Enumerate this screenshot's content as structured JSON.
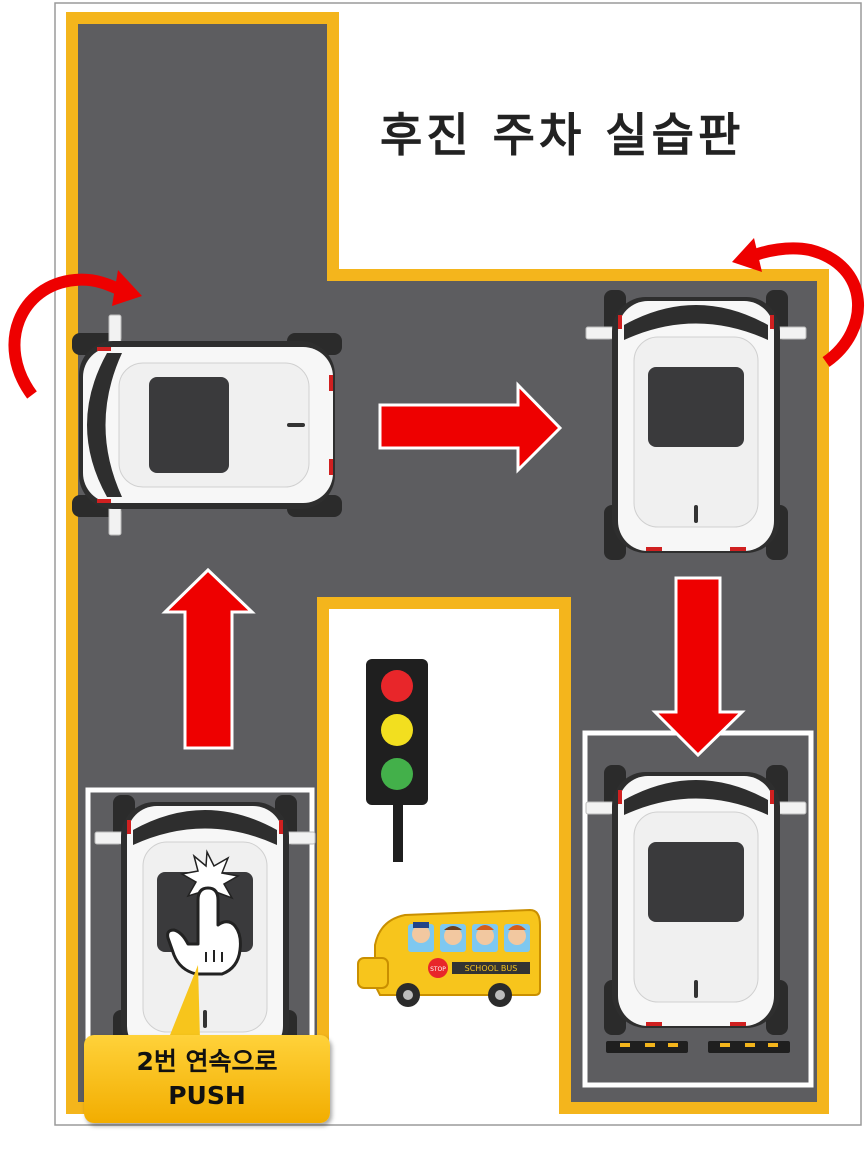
{
  "title": "후진 주차 실습판",
  "callout": {
    "line1": "2번 연속으로",
    "line2": "PUSH"
  },
  "bus_sign_text": "SCHOOL BUS",
  "stop_sign_text": "STOP",
  "colors": {
    "road": "#5d5d60",
    "lane_border": "#f4b51c",
    "arrow_red": "#ee0000",
    "car_body": "#f7f7f7",
    "car_window": "#3a3a3c",
    "traffic_red": "#e8262a",
    "traffic_yellow": "#f2df1f",
    "traffic_green": "#43b04a"
  },
  "icons": [
    "rotate-arrow-icon",
    "right-arrow-icon",
    "down-arrow-icon",
    "up-arrow-icon",
    "traffic-light-icon",
    "school-bus-icon",
    "hand-pointer-icon",
    "tap-burst-icon"
  ]
}
